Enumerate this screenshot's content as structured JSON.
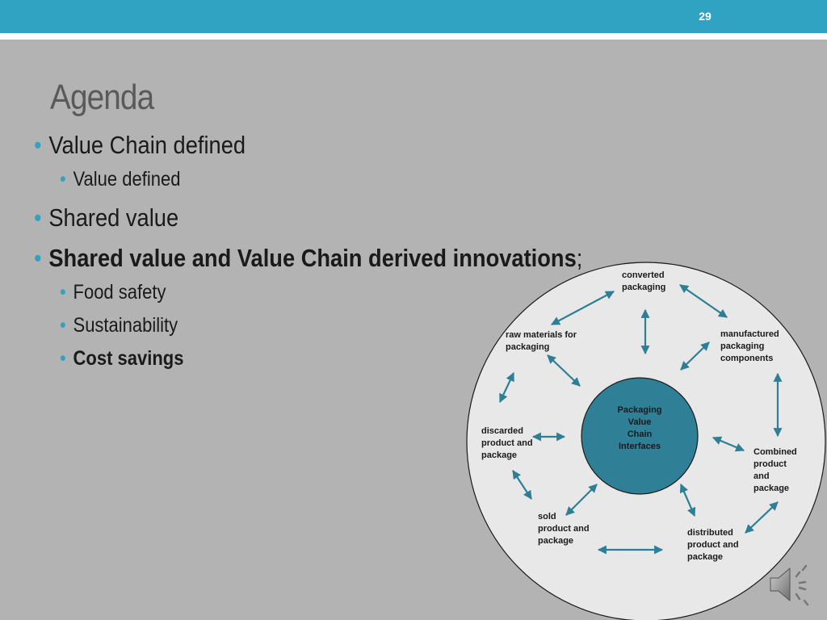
{
  "slide": {
    "number": "29"
  },
  "title": "Agenda",
  "bullets": [
    {
      "text": "Value Chain defined"
    },
    {
      "text": "Value defined"
    },
    {
      "text": "Shared value"
    },
    {
      "text": "Shared value and Value Chain derived innovations",
      "suffix": ";"
    },
    {
      "text": "Food safety"
    },
    {
      "text": "Sustainability"
    },
    {
      "text": "Cost savings"
    }
  ],
  "diagram": {
    "center": [
      "Packaging",
      "Value",
      "Chain",
      "Interfaces"
    ],
    "nodes": {
      "converted": [
        "converted",
        "packaging"
      ],
      "raw": [
        "raw materials for",
        "packaging"
      ],
      "manufactured": [
        "manufactured",
        "packaging",
        "components"
      ],
      "discarded": [
        "discarded",
        "product and",
        "package"
      ],
      "combined": [
        "Combined",
        "product",
        "and",
        "package"
      ],
      "sold": [
        "sold",
        "product and",
        "package"
      ],
      "distributed": [
        "distributed",
        "product and",
        "package"
      ]
    }
  },
  "colors": {
    "accent": "#2fa3c1",
    "arrow": "#2e7f96",
    "center_fill": "#2f7f97",
    "circle_fill": "#e8e8e8"
  },
  "icons": {
    "audio": "speaker-icon"
  }
}
